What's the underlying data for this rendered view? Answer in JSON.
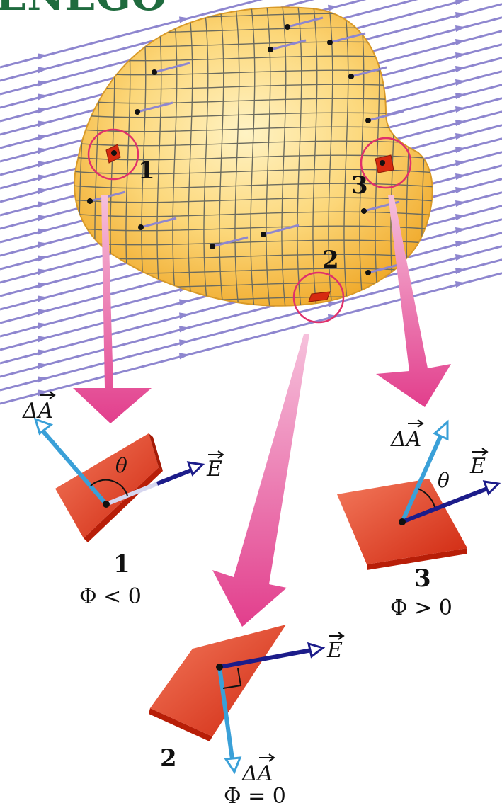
{
  "header_text": "ENEGO",
  "patches": [
    {
      "number": "1",
      "flux_label": "Φ < 0",
      "area_label": "ΔA",
      "field_label": "E",
      "angle_label": "θ"
    },
    {
      "number": "2",
      "flux_label": "Φ = 0",
      "area_label": "ΔA",
      "field_label": "E"
    },
    {
      "number": "3",
      "flux_label": "Φ > 0",
      "area_label": "ΔA",
      "field_label": "E",
      "angle_label": "θ"
    }
  ],
  "colors": {
    "field_lines": "#8e86cf",
    "surface": "#f7c04c",
    "surface_grid": "#6b6b5e",
    "highlight_circle": "#e0306b",
    "pointer_arrow": "#e8559a",
    "patch": "#e23a18",
    "area_vector": "#3aa0d8",
    "field_vector": "#1c1c8a",
    "title": "#1f6b3e"
  }
}
